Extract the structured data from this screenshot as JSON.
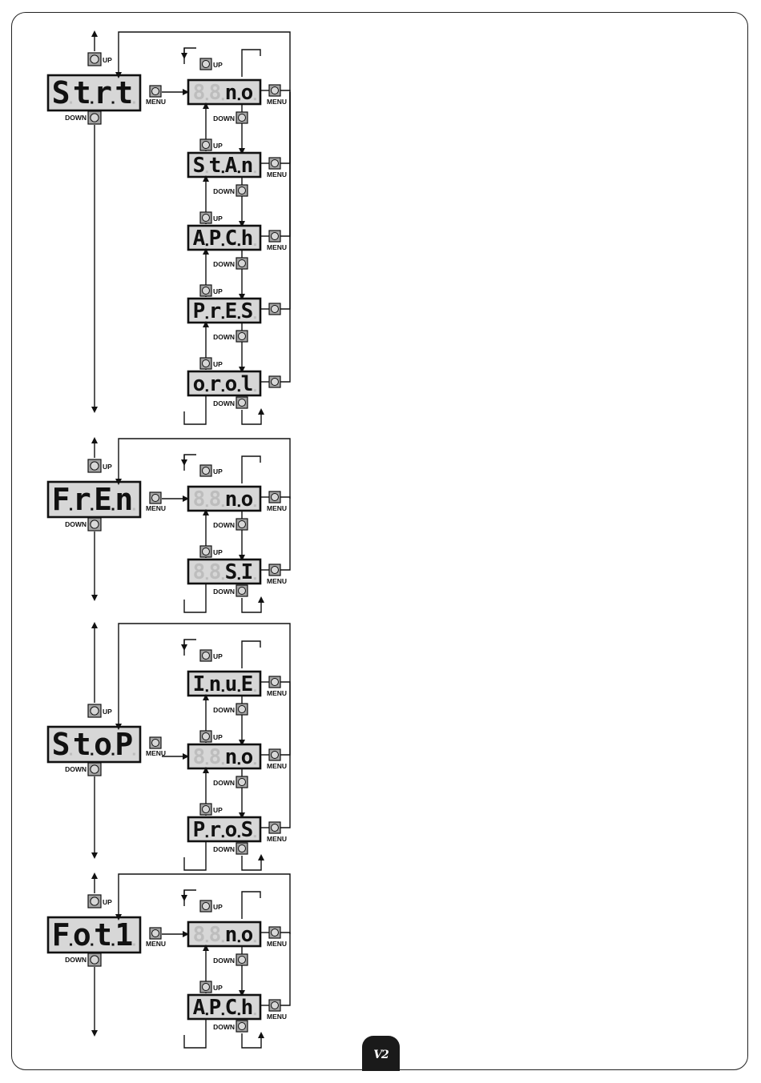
{
  "labels": {
    "up": "UP",
    "down": "DOWN",
    "menu": "MENU"
  },
  "colors": {
    "display_bg": "#d7d7d7",
    "button_bg": "#a5a5a5",
    "segment": "#111111",
    "segment_dim": "#bdbdbd",
    "line": "#111111"
  },
  "sections": [
    {
      "id": "strt",
      "main": "St.r.t",
      "options": [
        {
          "text": "n.o",
          "menu": true
        },
        {
          "text": "St.A.n",
          "menu": true
        },
        {
          "text": "A.P.C.h",
          "menu": true
        },
        {
          "text": "P.r.E.S",
          "menu": false
        },
        {
          "text": "o.r.o.l",
          "menu": false
        }
      ]
    },
    {
      "id": "fren",
      "main": "F.r.E.n",
      "options": [
        {
          "text": "n.o",
          "menu": true
        },
        {
          "text": "S.I",
          "menu": true
        }
      ]
    },
    {
      "id": "stop",
      "main": "St.o.P",
      "options": [
        {
          "text": "I.n.u.E",
          "menu": true
        },
        {
          "text": "n.o",
          "menu": true
        },
        {
          "text": "P.r.o.S",
          "menu": true
        }
      ]
    },
    {
      "id": "fot1",
      "main": "F.o.t.1",
      "options": [
        {
          "text": "n.o",
          "menu": true
        },
        {
          "text": "A.P.C.h",
          "menu": true
        }
      ]
    }
  ],
  "logo": "V2"
}
